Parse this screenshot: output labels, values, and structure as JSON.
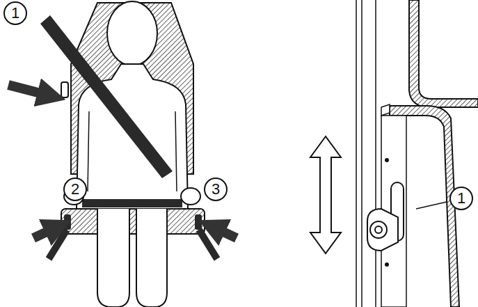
{
  "diagram": {
    "labels": [
      "1",
      "2",
      "3",
      "1"
    ]
  }
}
